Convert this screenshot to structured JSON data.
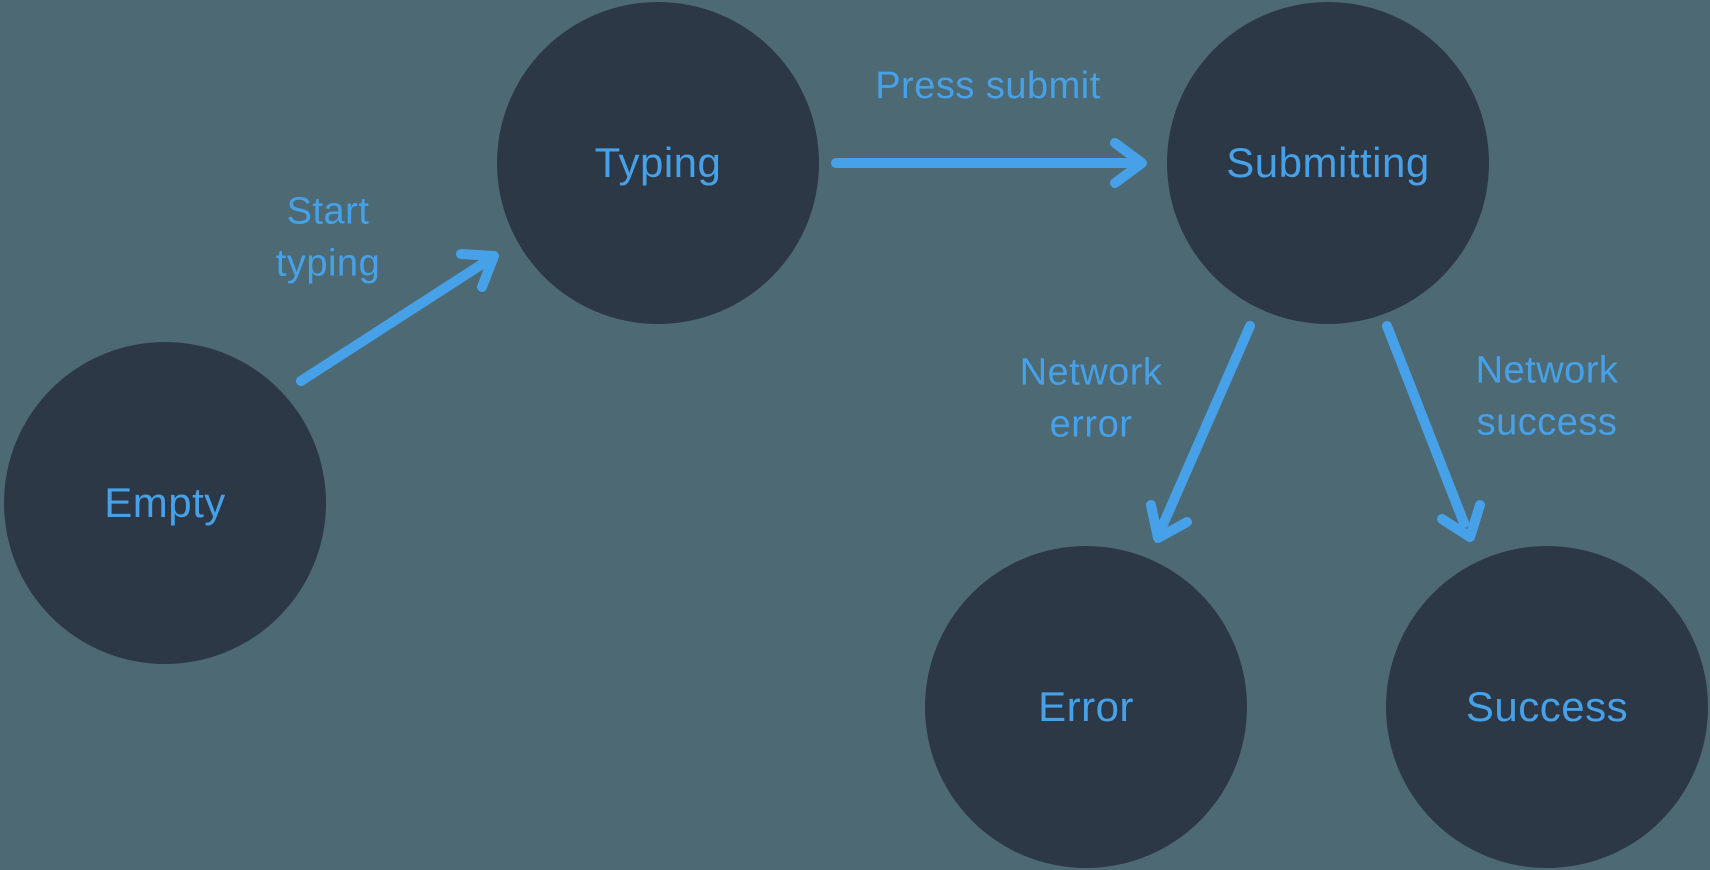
{
  "diagram": {
    "type": "state-machine",
    "colors": {
      "background": "#4D6973",
      "node_fill": "#2C3845",
      "accent": "#47A1E8"
    },
    "nodes": [
      {
        "id": "empty",
        "label": "Empty"
      },
      {
        "id": "typing",
        "label": "Typing"
      },
      {
        "id": "submitting",
        "label": "Submitting"
      },
      {
        "id": "error",
        "label": "Error"
      },
      {
        "id": "success",
        "label": "Success"
      }
    ],
    "edges": [
      {
        "id": "start-typing",
        "from": "empty",
        "to": "typing",
        "label": "Start\ntyping"
      },
      {
        "id": "press-submit",
        "from": "typing",
        "to": "submitting",
        "label": "Press submit"
      },
      {
        "id": "network-error",
        "from": "submitting",
        "to": "error",
        "label": "Network\nerror"
      },
      {
        "id": "network-success",
        "from": "submitting",
        "to": "success",
        "label": "Network\nsuccess"
      }
    ]
  }
}
